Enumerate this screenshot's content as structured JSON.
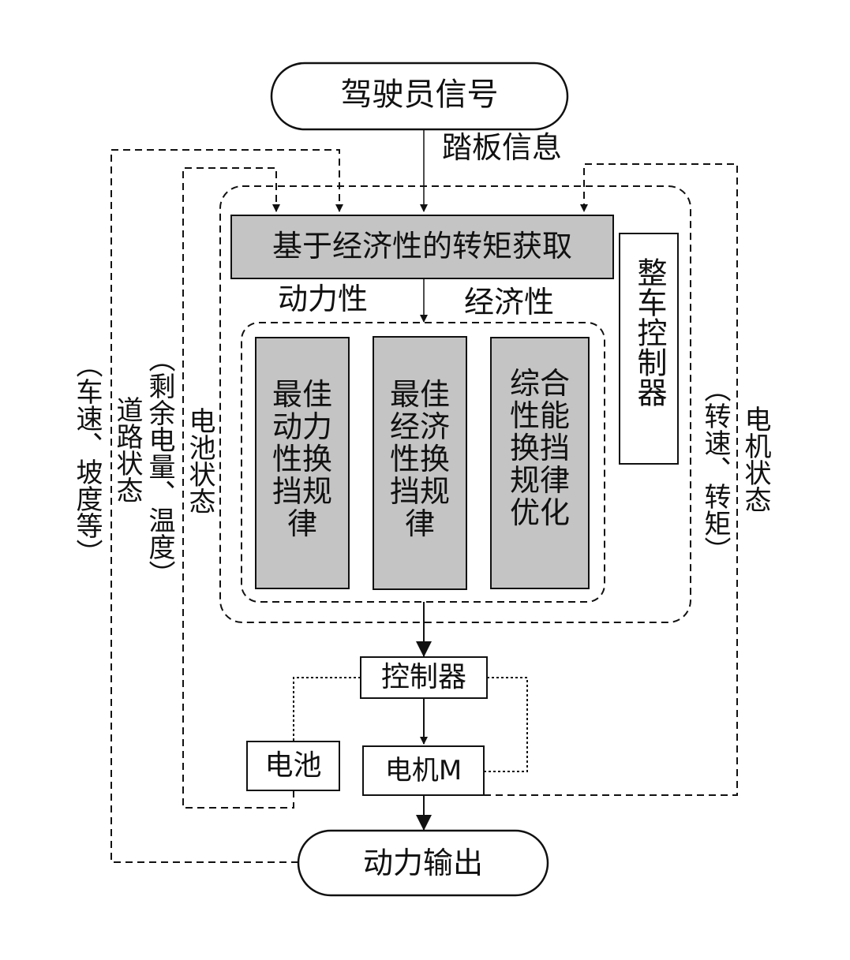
{
  "nodes": {
    "driver_signal": "驾驶员信号",
    "torque_by_economy": "基于经济性的转矩获取",
    "vehicle_controller": "整车控制器",
    "best_power_shift": "最佳\n动力\n性换\n挡规\n律",
    "best_economy_shift": "最佳\n经济\n性换\n挡规\n律",
    "combined_shift_opt": "综合\n性能\n换挡\n规律\n优化",
    "controller": "控制器",
    "battery": "电池",
    "motor": "电机M",
    "power_output": "动力输出"
  },
  "labels": {
    "pedal_info": "踏板信息",
    "dynamic": "动力性",
    "economy": "经济性",
    "vehicle_state_paren": "（车速、坡度等）",
    "road_state": "道路状态",
    "battery_detail_paren": "（剩余电量、温度）",
    "battery_state": "电池状态",
    "motor_detail_paren": "（转速、转矩）",
    "motor_state": "电机状态"
  },
  "colors": {
    "gray_fill": "#c4c4c4",
    "line": "#111111",
    "background": "#ffffff"
  }
}
